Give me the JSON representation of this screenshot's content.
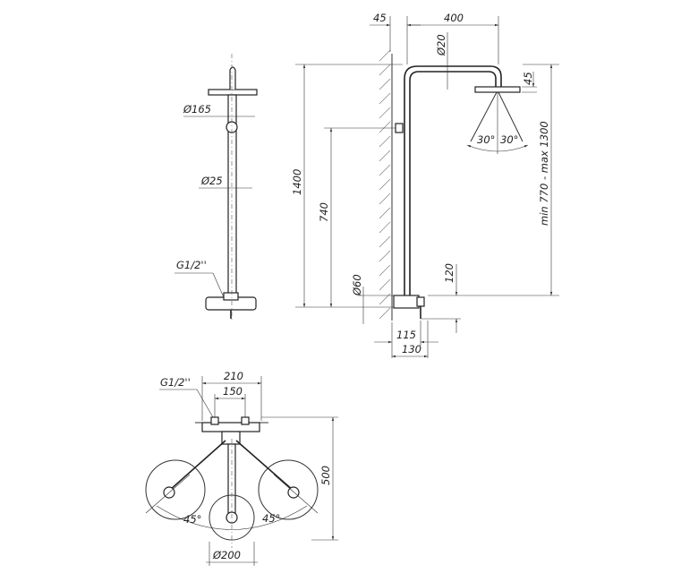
{
  "front_view": {
    "head_diameter": "Ø165",
    "pipe_diameter": "Ø25",
    "thread": "G1/2''"
  },
  "side_view": {
    "wall_offset": "45",
    "arm_length": "400",
    "arm_diameter": "Ø20",
    "head_height": "45",
    "spray_angle_left": "30°",
    "spray_angle_right": "30°",
    "total_height": "1400",
    "bracket_height": "740",
    "adjustable_range": "min 770 - max 1300",
    "mixer_diameter": "Ø60",
    "mixer_height": "120",
    "depth_inner": "115",
    "depth_outer": "130"
  },
  "top_view": {
    "thread": "G1/2''",
    "width_outer": "210",
    "width_inner": "150",
    "projection": "500",
    "angle_left": "45°",
    "angle_right": "45°",
    "head_diameter": "Ø200"
  }
}
